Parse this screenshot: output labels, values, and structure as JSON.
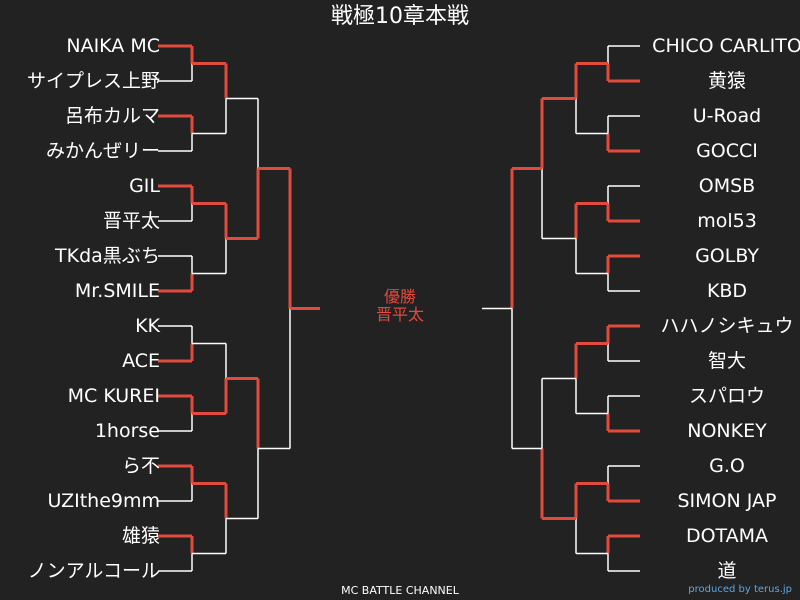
{
  "title": "戦極10章本戦",
  "left": [
    "NAIKA MC",
    "サイプレス上野",
    "呂布カルマ",
    "みかんぜリー",
    "GIL",
    "晋平太",
    "TKda黒ぶち",
    "Mr.SMILE",
    "KK",
    "ACE",
    "MC KUREI",
    "1horse",
    "ら不",
    "UZIthe9mm",
    "雄猿",
    "ノンアルコール"
  ],
  "right": [
    "CHICO CARLITO",
    "黄猿",
    "U-Road",
    "GOCCI",
    "OMSB",
    "mol53",
    "GOLBY",
    "KBD",
    "ハハノシキュウ",
    "智大",
    "スパロウ",
    "NONKEY",
    "G.O",
    "SIMON JAP",
    "DOTAMA",
    "道"
  ],
  "winner": {
    "label": "優勝",
    "name": "晋平太"
  },
  "footer": "MC BATTLE CHANNEL",
  "credit": "produced by terus.jp",
  "colors": {
    "background": "#222222",
    "winning_path": "#e24a3d",
    "losing_path": "#ffffff"
  },
  "results": {
    "left_r1": [
      "top",
      "top",
      "top",
      "bottom",
      "bottom",
      "top",
      "top",
      "top"
    ],
    "left_r2": [
      "top",
      "top",
      "bottom",
      "top"
    ],
    "left_r3": [
      "bottom",
      "top"
    ],
    "left_r4": "top",
    "right_r1": [
      "bottom",
      "bottom",
      "bottom",
      "top",
      "top",
      "bottom",
      "bottom",
      "top"
    ],
    "right_r2": [
      "top",
      "top",
      "top",
      "top"
    ],
    "right_r3": [
      "top",
      "bottom"
    ],
    "right_r4": "top",
    "final": "left"
  }
}
